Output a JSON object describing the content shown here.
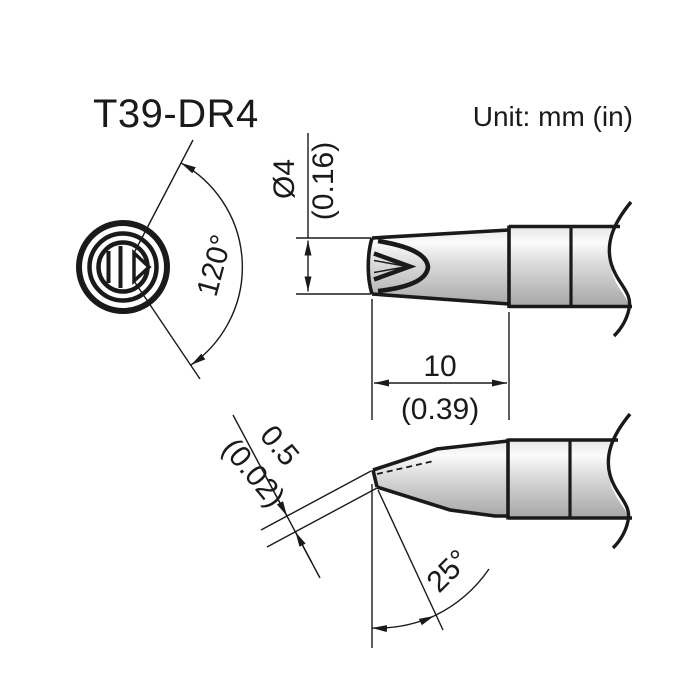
{
  "title": "T39-DR4",
  "unit_label": "Unit: mm (in)",
  "colors": {
    "line": "#1a1a1a",
    "body_top": "#e7e7e7",
    "body_highlight": "#fbfbfb",
    "body_mid": "#dcdcdc",
    "body_bottom": "#a6a6a6"
  },
  "front_view": {
    "groove_angle": "120°"
  },
  "side_view_top": {
    "diameter_mm": "Ø4",
    "diameter_in": "(0.16)",
    "length_mm": "10",
    "length_in": "(0.39)"
  },
  "side_view_bottom": {
    "tip_width_mm": "0.5",
    "tip_width_in": "(0.02)",
    "bevel_angle": "25°"
  }
}
